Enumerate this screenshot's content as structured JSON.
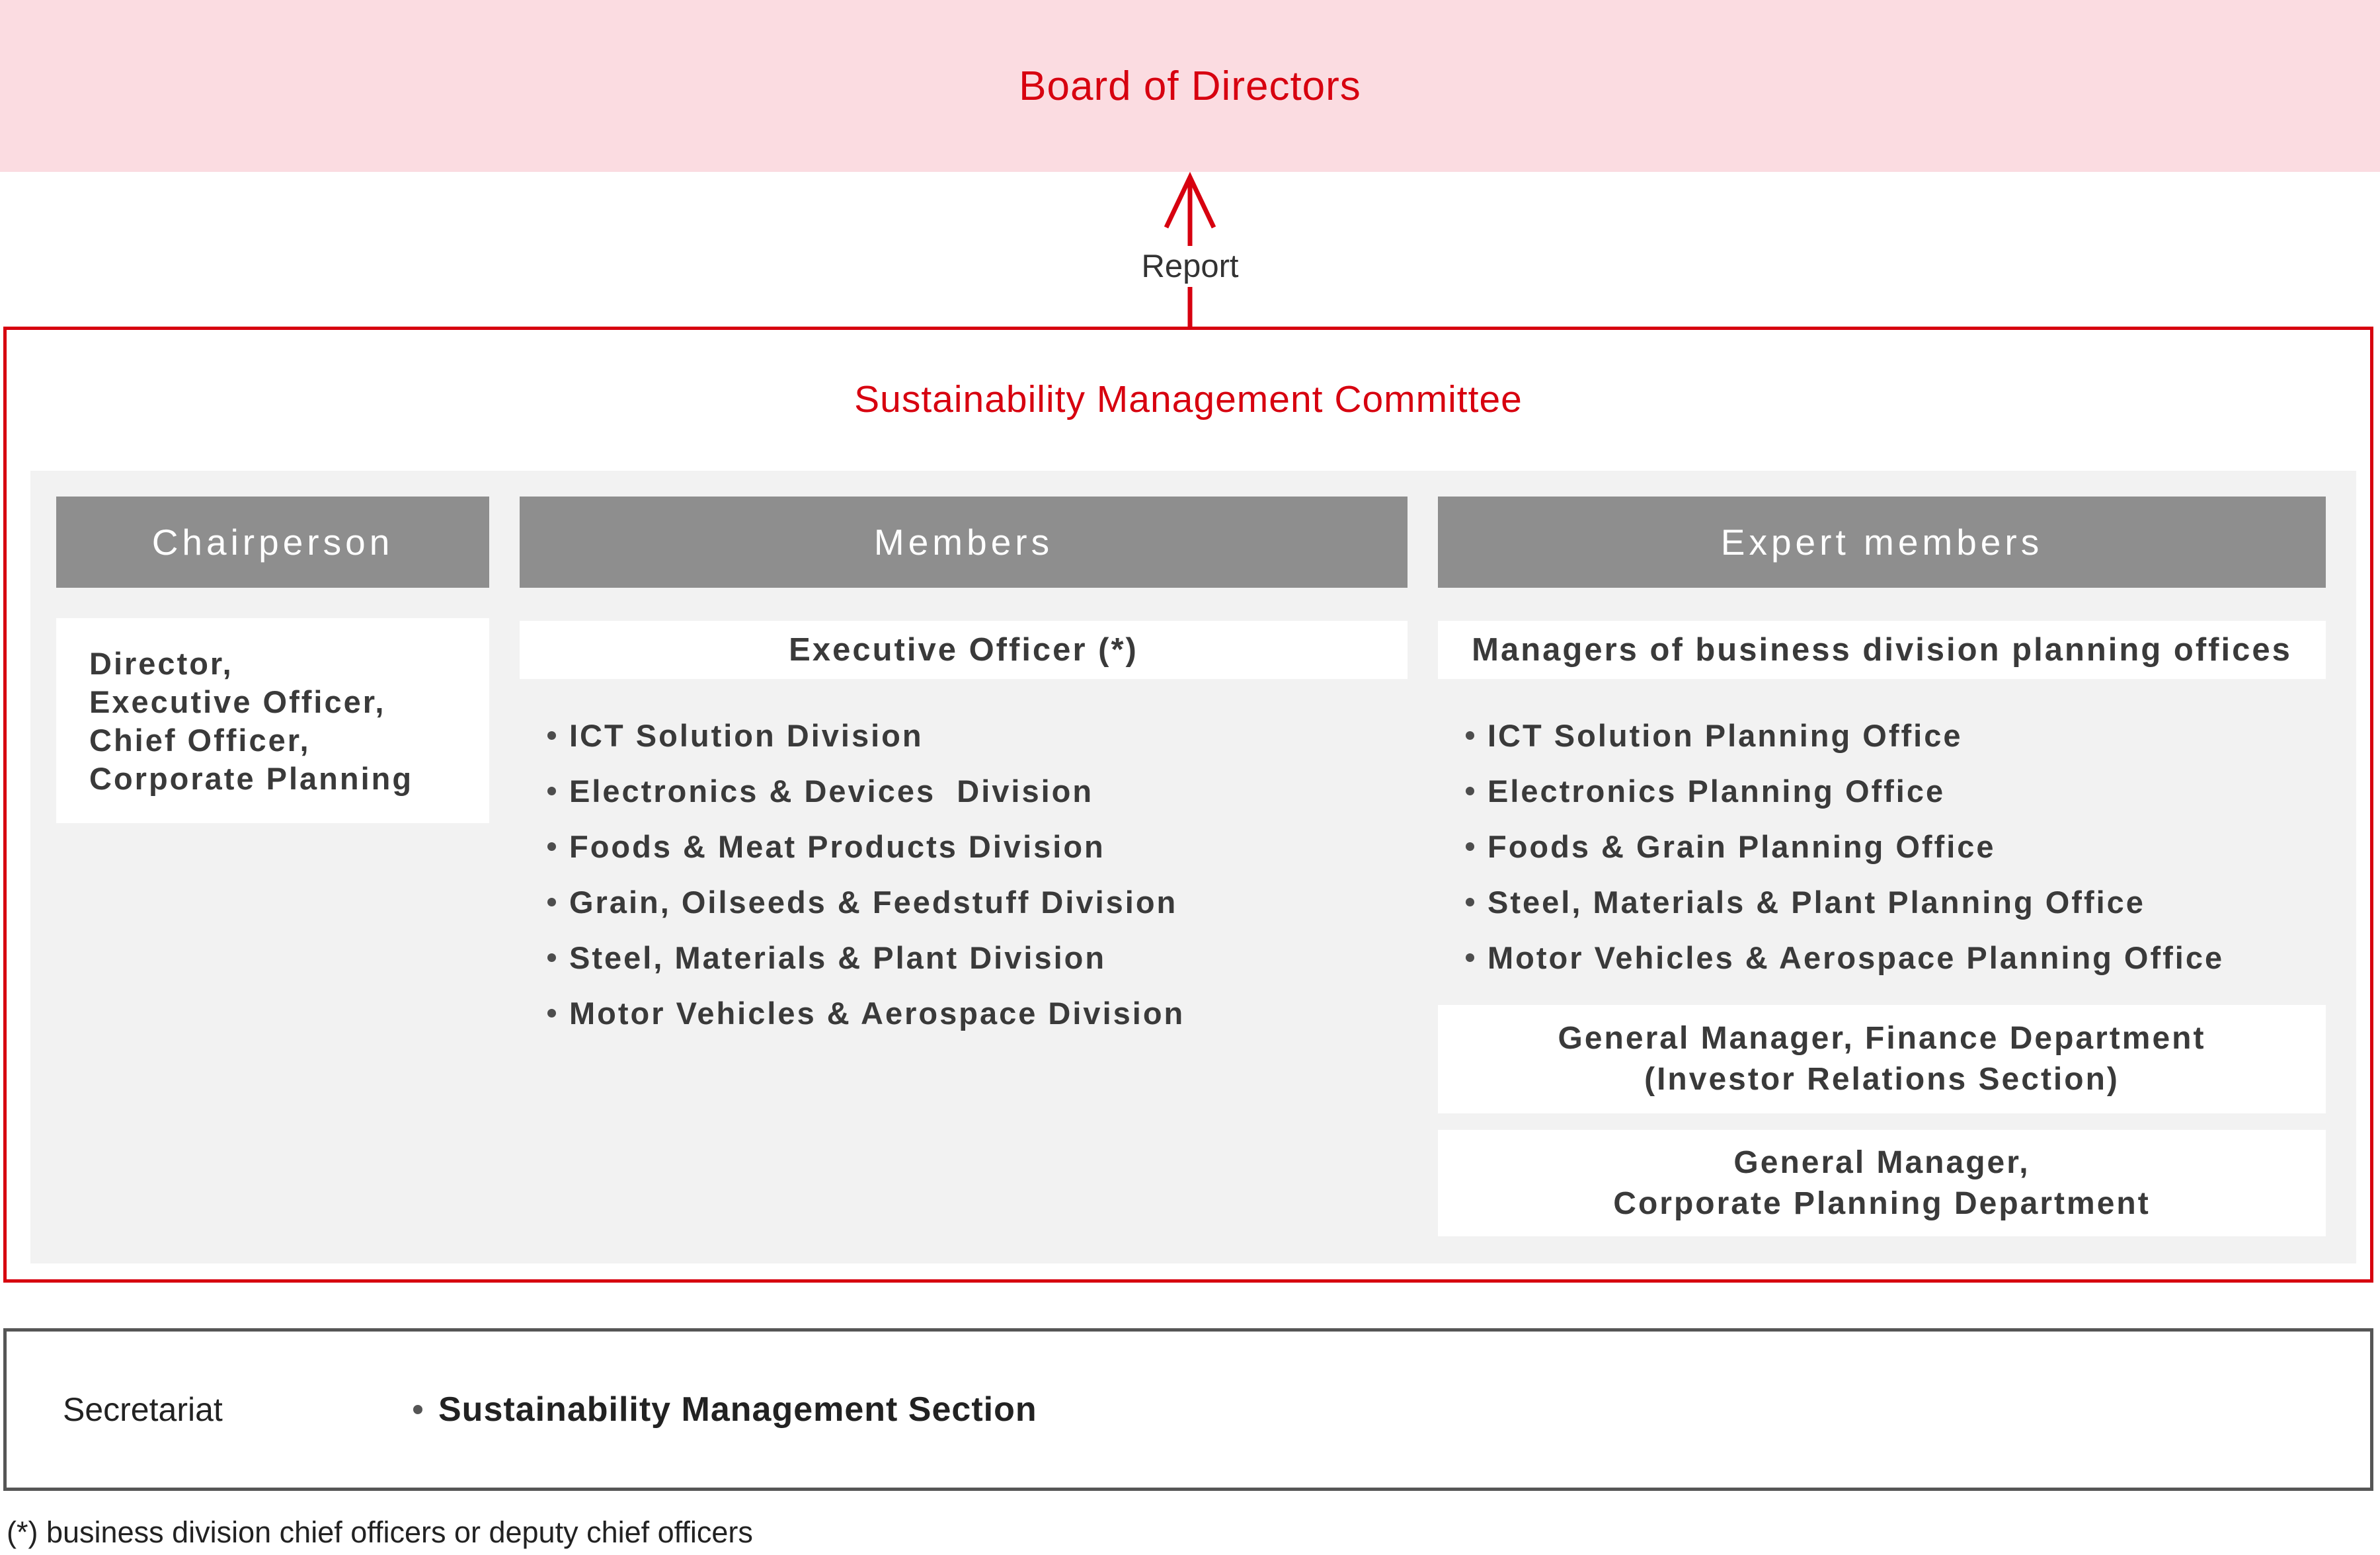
{
  "colors": {
    "brand_red": "#d7000f",
    "pink_band": "#fbdce1",
    "header_gray": "#8e8e8e",
    "panel_gray": "#f2f2f2",
    "text_dark": "#3a3a3a",
    "border_dark": "#565656"
  },
  "board": {
    "label": "Board of Directors"
  },
  "report": {
    "label": "Report"
  },
  "committee": {
    "title": "Sustainability Management Committee",
    "columns": [
      {
        "header": "Chairperson",
        "lines": [
          "Director,",
          "Executive Officer,",
          "Chief Officer,",
          "Corporate Planning"
        ]
      },
      {
        "header": "Members",
        "subheader": "Executive Officer (*)",
        "items": [
          "ICT Solution Division",
          "Electronics & Devices  Division",
          "Foods & Meat Products Division",
          "Grain, Oilseeds & Feedstuff Division",
          "Steel, Materials & Plant Division",
          "Motor Vehicles & Aerospace Division"
        ]
      },
      {
        "header": "Expert members",
        "subheader": "Managers of business division planning offices",
        "items": [
          "ICT Solution Planning Office",
          "Electronics Planning Office",
          "Foods & Grain Planning Office",
          "Steel, Materials & Plant Planning Office",
          "Motor Vehicles & Aerospace Planning Office"
        ],
        "extra_boxes": [
          {
            "lines": [
              "General Manager, Finance Department",
              "(Investor Relations Section)"
            ]
          },
          {
            "lines": [
              "General Manager,",
              "Corporate Planning Department"
            ]
          }
        ]
      }
    ]
  },
  "secretariat": {
    "label": "Secretariat",
    "item": "Sustainability Management Section"
  },
  "footnote": "(*) business division chief officers or deputy chief officers"
}
